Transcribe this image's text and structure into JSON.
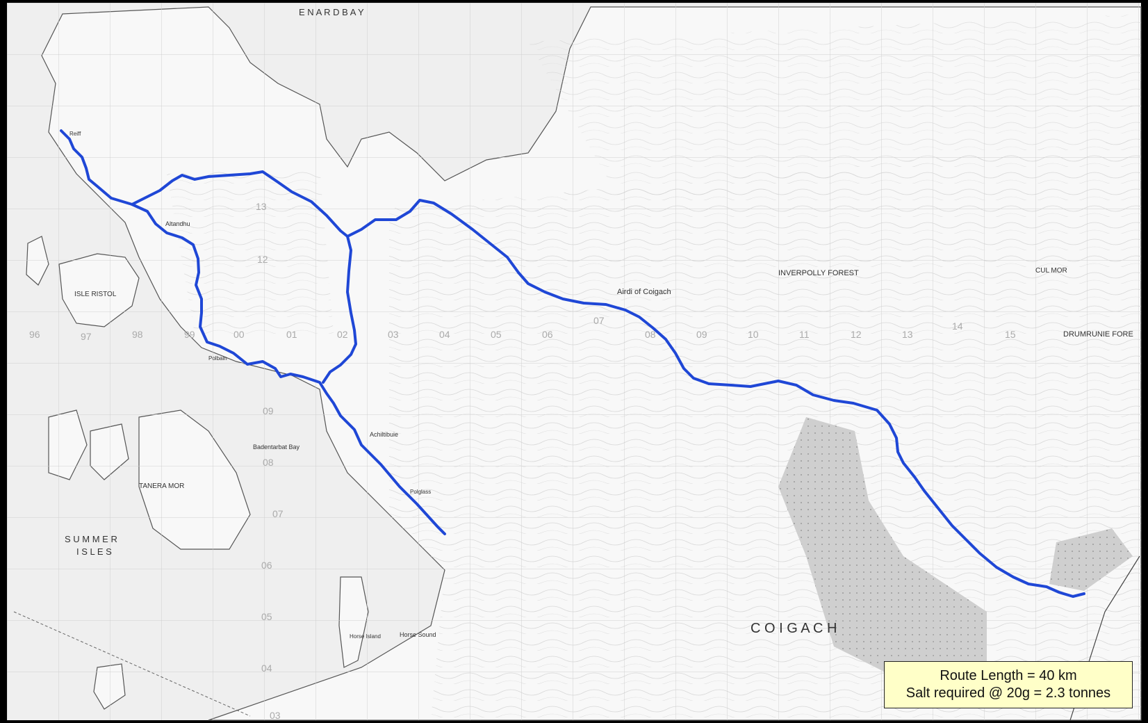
{
  "map": {
    "labels": {
      "enard_bay": "E N A R D   B A Y",
      "isle_ristol": "ISLE  RISTOL",
      "summer_isles_1": "S U M M E R",
      "summer_isles_2": "I S L E S",
      "tanera_mor": "TANERA MOR",
      "inverpolly_forest": "INVERPOLLY  FOREST",
      "cul_mor": "CUL MOR",
      "drumrunie_forest": "DRUMRUNIE  FORE",
      "airdi_of_coigach": "Airdi of Coigach",
      "coigach": "C  O  I  G  A  C  H",
      "achiltibuie": "Achiltibuie",
      "altandhu": "Altandhu",
      "polbain": "Polbain",
      "badentarbat_bay": "Badentarbat Bay",
      "horse_island": "Horse Island",
      "horse_sound": "Horse Sound",
      "polglass": "Polglass",
      "reiff": "Reiff"
    },
    "grid_numbers": {
      "row13": "13",
      "row12": "12",
      "col96": "96",
      "col97": "97",
      "col98": "98",
      "col99": "99",
      "col00": "00",
      "col01": "01",
      "col02": "02",
      "col03": "03",
      "col04": "04",
      "col05": "05",
      "col06": "06",
      "col07": "07",
      "col08": "08",
      "col09": "09",
      "col10": "10",
      "col11": "11",
      "col12": "12",
      "col13": "13",
      "col14": "14",
      "col15": "15",
      "row09": "09",
      "row08": "08",
      "row07": "07",
      "row06": "06",
      "row05": "05",
      "row04": "04",
      "row03": "03"
    },
    "route_color": "#1f47d6"
  },
  "info_box": {
    "line1": "Route Length = 40 km",
    "line2": "Salt required @ 20g = 2.3 tonnes"
  }
}
